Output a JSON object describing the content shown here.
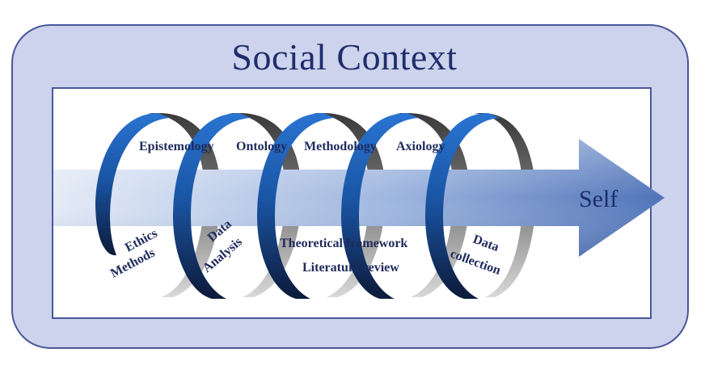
{
  "diagram": {
    "title": "Social Context",
    "arrow_label": "Self",
    "top_labels": [
      "Epistemology",
      "Ontology",
      "Methodology",
      "Axiology"
    ],
    "bottom_labels": {
      "ethics": "Ethics",
      "methods": "Methods",
      "data_analysis_1": "Data",
      "data_analysis_2": "Analysis",
      "theoretical": "Theoretical framework",
      "literature": "Literature review",
      "data_collection_1": "Data",
      "data_collection_2": "collection"
    }
  },
  "colors": {
    "outer_fill": "#cdd3ec",
    "outer_border": "#4a579a",
    "title_text": "#1f2d6b",
    "arrow_light": "#dfe7f5",
    "arrow_dark": "#4f73b8",
    "coil_front": "#1b5fb8",
    "coil_back": "#a9a9a9",
    "label_text": "#1f2a5c"
  },
  "icons": [
    "helix-coil-icon",
    "right-arrow-icon"
  ]
}
